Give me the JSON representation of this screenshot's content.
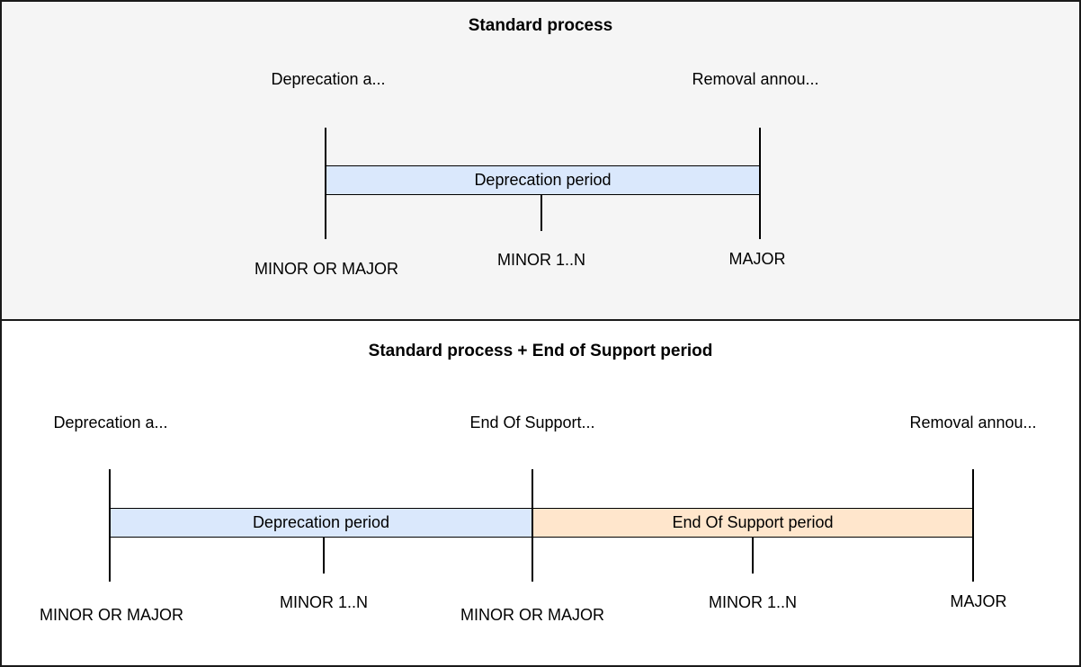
{
  "diagram": {
    "panel1": {
      "title": "Standard process",
      "annotation_deprecation": "Deprecation a...",
      "annotation_removal": "Removal annou...",
      "bar_deprecation": "Deprecation period",
      "milestone_start": "MINOR OR MAJOR",
      "milestone_mid": "MINOR 1..N",
      "milestone_end": "MAJOR"
    },
    "panel2": {
      "title": "Standard process + End of Support period",
      "annotation_deprecation": "Deprecation a...",
      "annotation_eos": "End Of Support...",
      "annotation_removal": "Removal annou...",
      "bar_deprecation": "Deprecation period",
      "bar_eos": "End Of Support period",
      "milestone_start": "MINOR OR MAJOR",
      "milestone_mid1": "MINOR 1..N",
      "milestone_mid2": "MINOR OR MAJOR",
      "milestone_mid3": "MINOR 1..N",
      "milestone_end": "MAJOR"
    },
    "colors": {
      "deprecation_fill": "#dae8fc",
      "end_of_support_fill": "#ffe6cc",
      "panel1_background": "#f5f5f5",
      "line_border": "#000000"
    }
  }
}
